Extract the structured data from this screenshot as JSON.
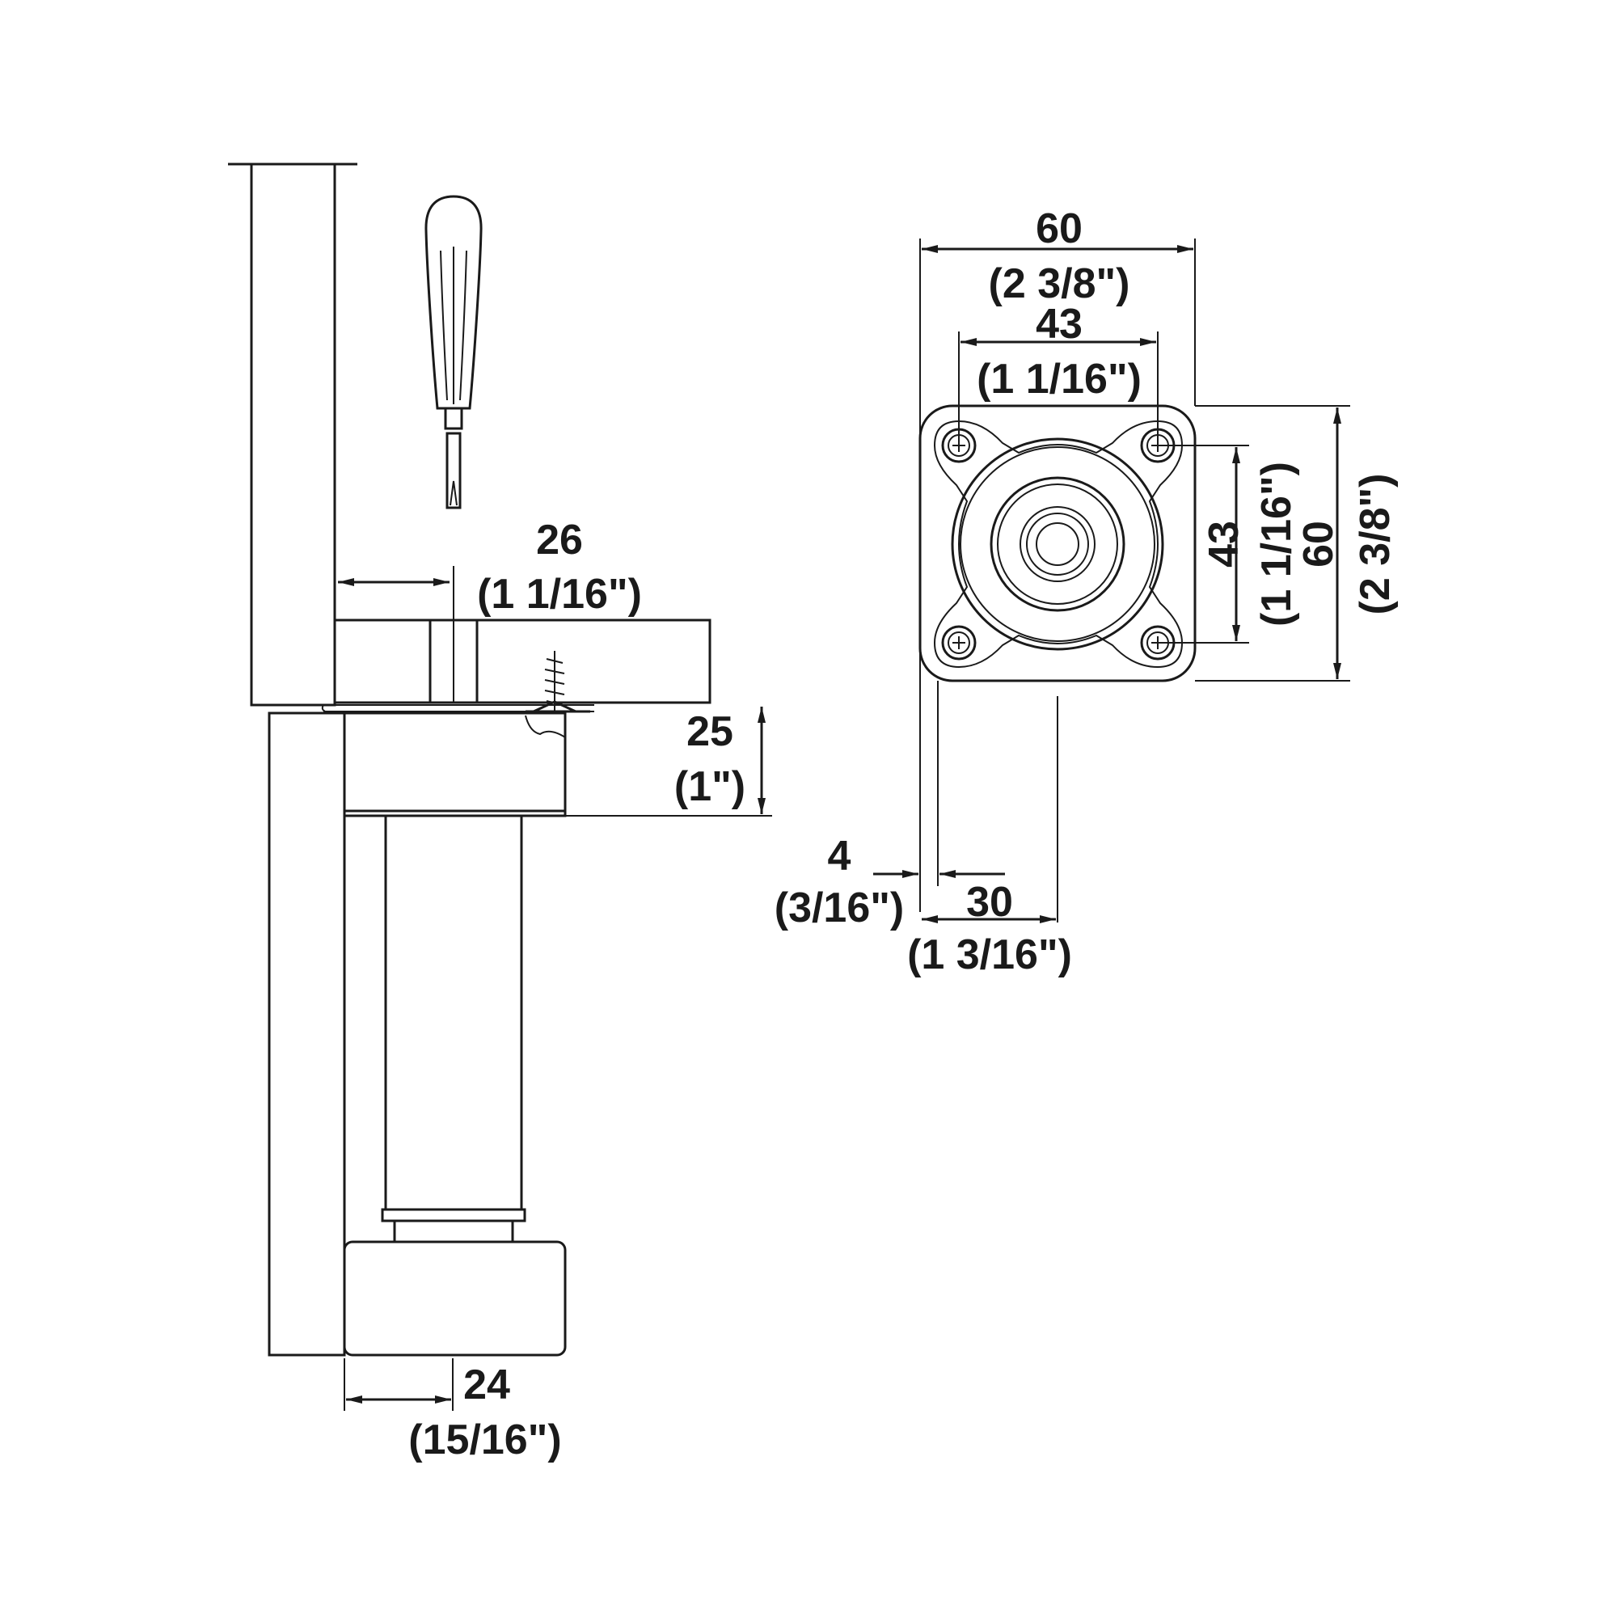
{
  "side_view": {
    "dim_hole_offset": {
      "mm": "26",
      "inch": "(1 1/16\")"
    },
    "dim_plate_height": {
      "mm": "25",
      "inch": "(1\")"
    },
    "dim_leg_offset": {
      "mm": "24",
      "inch": "(15/16\")"
    }
  },
  "top_view": {
    "dim_width": {
      "mm": "60",
      "inch": "(2 3/8\")"
    },
    "dim_hole_spacing_h": {
      "mm": "43",
      "inch": "(1 1/16\")"
    },
    "dim_hole_spacing_v": {
      "mm": "43",
      "inch": "(1 1/16\")"
    },
    "dim_height": {
      "mm": "60",
      "inch": "(2 3/8\")"
    },
    "dim_edge": {
      "mm": "4",
      "inch": "(3/16\")"
    },
    "dim_center": {
      "mm": "30",
      "inch": "(1 3/16\")"
    }
  },
  "colors": {
    "line": "#1a1a1a",
    "background": "#ffffff"
  }
}
